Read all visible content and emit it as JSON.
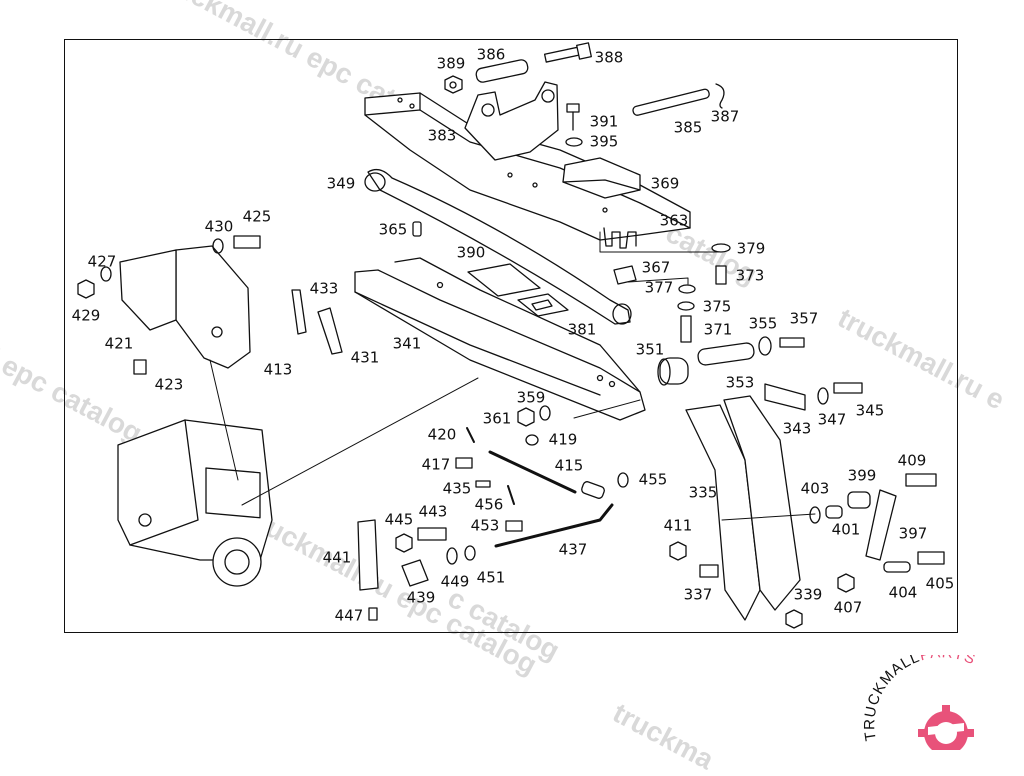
{
  "watermark": {
    "text_1": "truckmall.ru epc catalog",
    "text_2": "truckmall.ru epc catalog",
    "text_3": "truckmall.ru e",
    "text_4": "l epc catalog",
    "text_5": "truckmall.ru epc catalog",
    "text_6": "truckma",
    "text_7": "c catalog"
  },
  "logo": {
    "text_black": "TRUCKMALL",
    "text_pink": "PARTS",
    "accent": "#e8527a"
  },
  "callouts": [
    {
      "id": "386",
      "text": "386"
    },
    {
      "id": "389",
      "text": "389"
    },
    {
      "id": "388",
      "text": "388"
    },
    {
      "id": "383",
      "text": "383"
    },
    {
      "id": "391",
      "text": "391"
    },
    {
      "id": "395",
      "text": "395"
    },
    {
      "id": "385",
      "text": "385"
    },
    {
      "id": "387",
      "text": "387"
    },
    {
      "id": "349",
      "text": "349"
    },
    {
      "id": "369",
      "text": "369"
    },
    {
      "id": "430",
      "text": "430"
    },
    {
      "id": "425",
      "text": "425"
    },
    {
      "id": "365",
      "text": "365"
    },
    {
      "id": "363",
      "text": "363"
    },
    {
      "id": "427",
      "text": "427"
    },
    {
      "id": "390",
      "text": "390"
    },
    {
      "id": "379",
      "text": "379"
    },
    {
      "id": "367",
      "text": "367"
    },
    {
      "id": "373",
      "text": "373"
    },
    {
      "id": "429",
      "text": "429"
    },
    {
      "id": "433",
      "text": "433"
    },
    {
      "id": "377",
      "text": "377"
    },
    {
      "id": "375",
      "text": "375"
    },
    {
      "id": "381",
      "text": "381"
    },
    {
      "id": "371",
      "text": "371"
    },
    {
      "id": "355",
      "text": "355"
    },
    {
      "id": "357",
      "text": "357"
    },
    {
      "id": "421",
      "text": "421"
    },
    {
      "id": "341",
      "text": "341"
    },
    {
      "id": "351",
      "text": "351"
    },
    {
      "id": "431",
      "text": "431"
    },
    {
      "id": "413",
      "text": "413"
    },
    {
      "id": "423",
      "text": "423"
    },
    {
      "id": "353",
      "text": "353"
    },
    {
      "id": "359",
      "text": "359"
    },
    {
      "id": "347",
      "text": "347"
    },
    {
      "id": "345",
      "text": "345"
    },
    {
      "id": "361",
      "text": "361"
    },
    {
      "id": "343",
      "text": "343"
    },
    {
      "id": "420",
      "text": "420"
    },
    {
      "id": "419",
      "text": "419"
    },
    {
      "id": "399",
      "text": "399"
    },
    {
      "id": "409",
      "text": "409"
    },
    {
      "id": "417",
      "text": "417"
    },
    {
      "id": "415",
      "text": "415"
    },
    {
      "id": "455",
      "text": "455"
    },
    {
      "id": "435",
      "text": "435"
    },
    {
      "id": "403",
      "text": "403"
    },
    {
      "id": "335",
      "text": "335"
    },
    {
      "id": "456",
      "text": "456"
    },
    {
      "id": "401",
      "text": "401"
    },
    {
      "id": "445",
      "text": "445"
    },
    {
      "id": "443",
      "text": "443"
    },
    {
      "id": "453",
      "text": "453"
    },
    {
      "id": "397",
      "text": "397"
    },
    {
      "id": "411",
      "text": "411"
    },
    {
      "id": "437",
      "text": "437"
    },
    {
      "id": "441",
      "text": "441"
    },
    {
      "id": "449",
      "text": "449"
    },
    {
      "id": "451",
      "text": "451"
    },
    {
      "id": "404",
      "text": "404"
    },
    {
      "id": "405",
      "text": "405"
    },
    {
      "id": "337",
      "text": "337"
    },
    {
      "id": "339",
      "text": "339"
    },
    {
      "id": "439",
      "text": "439"
    },
    {
      "id": "407",
      "text": "407"
    },
    {
      "id": "447",
      "text": "447"
    }
  ]
}
